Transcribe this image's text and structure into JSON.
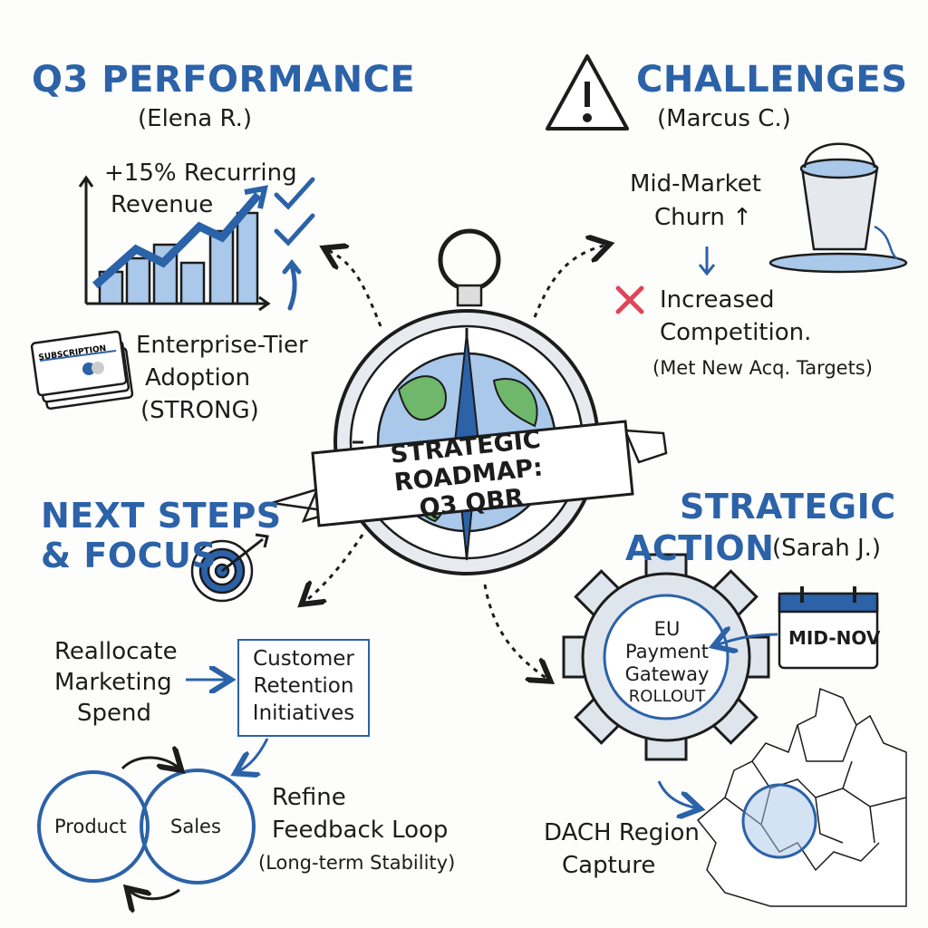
{
  "title": {
    "line1": "STRATEGIC ROADMAP:",
    "line2": "Q3 QBR"
  },
  "performance": {
    "heading": "Q3 PERFORMANCE",
    "owner": "(Elena R.)",
    "revenue_line1": "+15% Recurring",
    "revenue_line2": "Revenue",
    "card_label": "SUBSCRIPTION",
    "adoption_line1": "Enterprise-Tier",
    "adoption_line2": "Adoption",
    "adoption_line3": "(STRONG)"
  },
  "challenges": {
    "heading": "CHALLENGES",
    "owner": "(Marcus C.)",
    "churn_line1": "Mid-Market",
    "churn_line2": "Churn ↑",
    "competition_line1": "Increased",
    "competition_line2": "Competition.",
    "competition_note": "(Met New Acq. Targets)"
  },
  "next_steps": {
    "heading_line1": "NEXT STEPS",
    "heading_line2": "& FOCUS",
    "realloc_line1": "Reallocate",
    "realloc_line2": "Marketing",
    "realloc_line3": "Spend",
    "retention_line1": "Customer",
    "retention_line2": "Retention",
    "retention_line3": "Initiatives",
    "venn_left": "Product",
    "venn_right": "Sales",
    "feedback_line1": "Refine",
    "feedback_line2": "Feedback Loop",
    "feedback_line3": "(Long-term Stability)"
  },
  "strategic_action": {
    "heading_line1": "STRATEGIC",
    "heading_line2": "ACTION",
    "owner": "(Sarah J.)",
    "gear_line1": "EU",
    "gear_line2": "Payment",
    "gear_line3": "Gateway",
    "gear_line4": "ROLLOUT",
    "calendar": "MID-NOV",
    "region_line1": "DACH Region",
    "region_line2": "Capture"
  },
  "colors": {
    "accent": "#2b62a8",
    "light_blue": "#a9c8ea",
    "green": "#6fb76a",
    "red": "#e0455a"
  }
}
